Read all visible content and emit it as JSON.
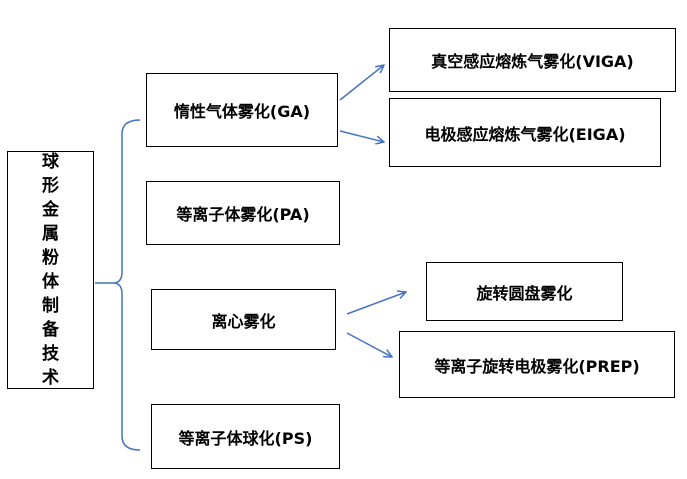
{
  "root": {
    "label": "球形金属粉体制备技术",
    "chars": [
      "球",
      "形",
      "金",
      "属",
      "粉",
      "体",
      "制",
      "备",
      "技",
      "术"
    ]
  },
  "methods": [
    {
      "id": "ga",
      "label": "惰性气体雾化(GA)"
    },
    {
      "id": "pa",
      "label": "等离子体雾化(PA)"
    },
    {
      "id": "centrifugal",
      "label": "离心雾化"
    },
    {
      "id": "ps",
      "label": "等离子体球化(PS)"
    }
  ],
  "sub_methods": [
    {
      "id": "viga",
      "parent": "ga",
      "label": "真空感应熔炼气雾化(VIGA)"
    },
    {
      "id": "eiga",
      "parent": "ga",
      "label": "电极感应熔炼气雾化(EIGA)"
    },
    {
      "id": "rotating-disk",
      "parent": "centrifugal",
      "label": "旋转圆盘雾化"
    },
    {
      "id": "prep",
      "parent": "centrifugal",
      "label": "等离子旋转电极雾化(PREP)"
    }
  ],
  "colors": {
    "connector": "#4472C4",
    "border": "#000000",
    "text": "#000000",
    "background": "#ffffff"
  }
}
